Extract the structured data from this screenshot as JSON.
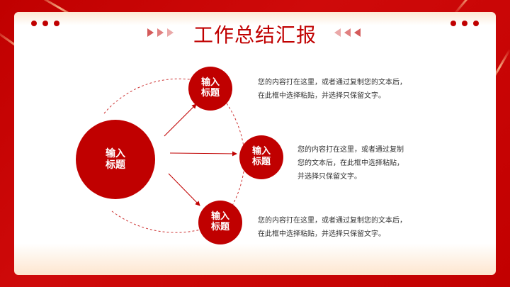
{
  "slide": {
    "title": "工作总结汇报",
    "accent_color": "#c00000",
    "center_node": {
      "line1": "输入",
      "line2": "标题"
    },
    "nodes": [
      {
        "line1": "输入",
        "line2": "标题",
        "description": [
          "您的内容打在这里，或者通过复制您的文本后，",
          "在此框中选择粘贴，并选择只保留文字。"
        ]
      },
      {
        "line1": "输入",
        "line2": "标题",
        "description": [
          "您的内容打在这里，或者通过复制",
          "您的文本后，在此框中选择粘贴，",
          "并选择只保留文字。"
        ]
      },
      {
        "line1": "输入",
        "line2": "标题",
        "description": [
          "您的内容打在这里，或者通过复制您的文本后，",
          "在此框中选择粘贴，并选择只保留文字。"
        ]
      }
    ]
  }
}
